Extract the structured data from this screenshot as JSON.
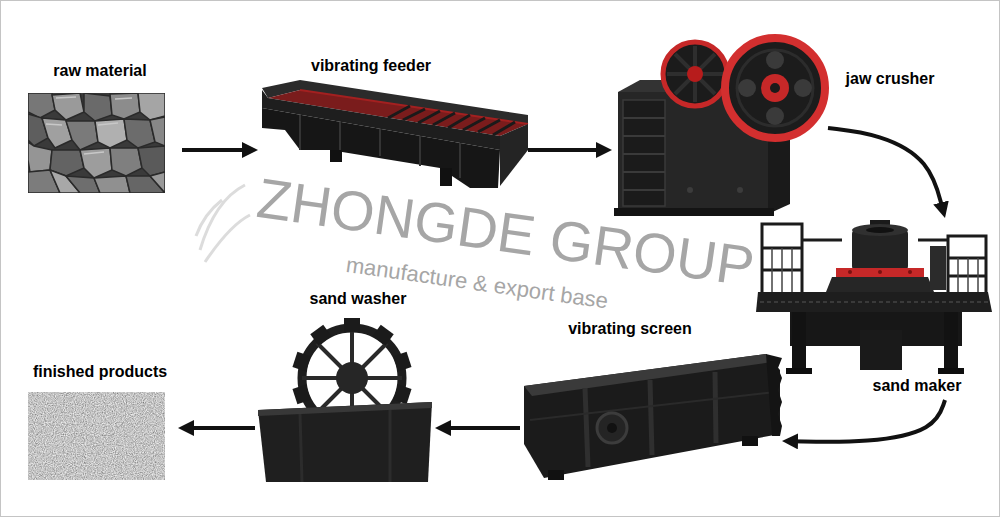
{
  "diagram": {
    "nodes": [
      {
        "text": [
          "raw material"
        ]
      },
      {
        "text": [
          "vibrating feeder"
        ]
      },
      {
        "text": [
          "jaw crusher"
        ]
      },
      {
        "text": [
          "sand maker"
        ]
      },
      {
        "text": [
          "vibrating screen"
        ]
      },
      {
        "text": [
          "sand washer"
        ]
      },
      {
        "text": [
          "finished products"
        ]
      }
    ],
    "edges": [
      {
        "from": 0,
        "to": 1,
        "arrow": "to"
      },
      {
        "from": 1,
        "to": 2,
        "arrow": "to"
      },
      {
        "from": 2,
        "to": 3,
        "arrow": "to"
      },
      {
        "from": 3,
        "to": 4,
        "arrow": "to"
      },
      {
        "from": 4,
        "to": 5,
        "arrow": "to"
      },
      {
        "from": 5,
        "to": 6,
        "arrow": "to"
      }
    ],
    "labels": [
      "ZHONGDE GROUP",
      "manufacture & export base"
    ]
  }
}
